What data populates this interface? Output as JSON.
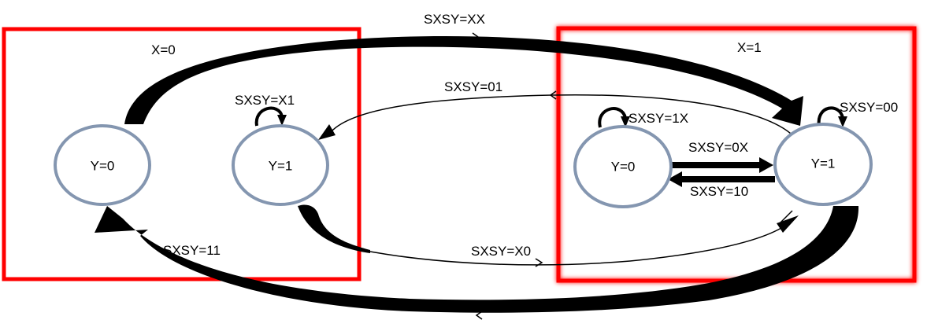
{
  "groups": [
    {
      "name": "X=0"
    },
    {
      "name": "X=1"
    }
  ],
  "states": {
    "x0_y0": "Y=0",
    "x0_y1": "Y=1",
    "x1_y0": "Y=0",
    "x1_y1": "Y=1"
  },
  "transitions": {
    "x0y0_to_x1y1": "SXSY=XX",
    "x1y1_to_x0y1": "SXSY=01",
    "x0y1_to_x1y1": "SXSY=X0",
    "x1y1_to_x0y0": "SXSY=11",
    "x0y1_self": "SXSY=X1",
    "x1y0_self": "SXSY=1X",
    "x1y1_self": "SXSY=00",
    "x1y0_to_x1y1": "SXSY=0X",
    "x1y1_to_x1y0": "SXSY=10"
  },
  "colors": {
    "group_border": "#ff0000",
    "state_border": "#8496b0",
    "arrow": "#000000"
  }
}
